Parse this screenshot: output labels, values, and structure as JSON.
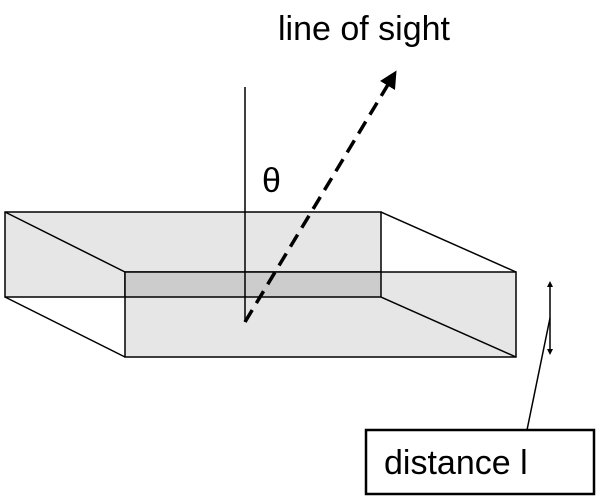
{
  "labels": {
    "line_of_sight": "line of sight",
    "theta": "θ",
    "distance": "distance l"
  },
  "colors": {
    "slab_fill": "#e6e6e6",
    "overlap_fill": "#cccccc",
    "stroke": "#000000",
    "background": "#ffffff"
  }
}
